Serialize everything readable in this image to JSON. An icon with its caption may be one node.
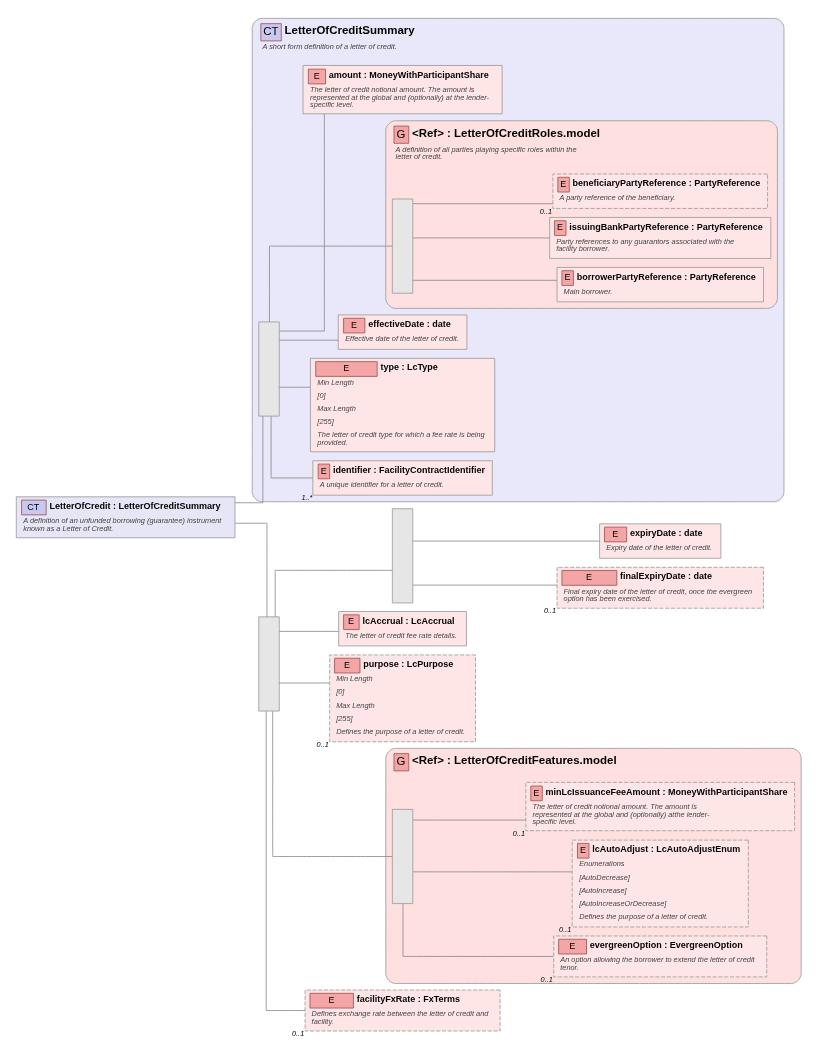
{
  "diagram": {
    "nodes": [
      {
        "text": [
          "CT",
          "LetterOfCredit : LetterOfCreditSummary",
          "A definition of an unfunded borrowing (guarantee) instrument known as a Letter of Credit."
        ]
      },
      {
        "text": [
          "CT",
          "LetterOfCreditSummary",
          "A short form definition of a letter of credit."
        ]
      },
      {
        "text": [],
        "shape": "bar",
        "in": 1
      },
      {
        "text": [
          "E",
          "identifier : FacilityContractIdentifier",
          "A unique identifier for a letter of credit."
        ],
        "in": 1,
        "beside": [
          "1..*"
        ]
      },
      {
        "text": [
          "E",
          "type : LcType",
          "Min Length",
          "[0]",
          "Max Length",
          "[255]",
          "The letter of credit type for which a fee rate is being provided."
        ],
        "in": 1
      },
      {
        "text": [
          "E",
          "effectiveDate : date",
          "Effective date of the letter of credit."
        ],
        "in": 1
      },
      {
        "text": [
          "G",
          "<Ref> : LetterOfCreditRoles.model",
          "A definition of all parties playing specific roles within the letter of credit."
        ],
        "in": 1
      },
      {
        "text": [],
        "shape": "bar",
        "in": 6
      },
      {
        "text": [
          "E",
          "borrowerPartyReference : PartyReference",
          "Main borrower."
        ],
        "in": 6
      },
      {
        "text": [
          "E",
          "issuingBankPartyReference : PartyReference",
          "Party references to any guarantors associated with the facility borrower."
        ],
        "in": 6
      },
      {
        "text": [
          "E",
          "beneficiaryPartyReference : PartyReference",
          "A party reference of the beneficiary."
        ],
        "in": 6,
        "beside": [
          "0..1"
        ]
      },
      {
        "text": [
          "E",
          "amount : MoneyWithParticipantShare",
          "The letter of credit notional amount. The amount is represented at the global and (optionally) at the lender-specific level."
        ],
        "in": 1
      },
      {
        "text": [],
        "shape": "bar"
      },
      {
        "text": [],
        "shape": "bar"
      },
      {
        "text": [
          "E",
          "expiryDate : date",
          "Expiry date of the letter of credit."
        ]
      },
      {
        "text": [
          "E",
          "finalExpiryDate : date",
          "Final expiry date of the letter of credit, once the evergreen option has been exercised."
        ],
        "beside": [
          "0..1"
        ]
      },
      {
        "text": [
          "E",
          "lcAccrual : LcAccrual",
          "The letter of credit fee rate details."
        ]
      },
      {
        "text": [
          "E",
          "purpose : LcPurpose",
          "Min Length",
          "[0]",
          "Max Length",
          "[255]",
          "Defines the purpose of a letter of credit."
        ],
        "beside": [
          "0..1"
        ]
      },
      {
        "text": [
          "G",
          "<Ref> : LetterOfCreditFeatures.model"
        ]
      },
      {
        "text": [],
        "shape": "bar",
        "in": 18
      },
      {
        "text": [
          "E",
          "evergreenOption : EvergreenOption",
          "An option allowing the borrower to extend the letter of credit tenor."
        ],
        "in": 18,
        "beside": [
          "0..1"
        ]
      },
      {
        "text": [
          "E",
          "lcAutoAdjust : LcAutoAdjustEnum",
          "Enumerations",
          "[AutoDecrease]",
          "[AutoIncrease]",
          "[AutoIncreaseOrDecrease]",
          "Defines the purpose of a letter of credit."
        ],
        "in": 18,
        "beside": [
          "0..1"
        ]
      },
      {
        "text": [
          "E",
          "minLcIssuanceFeeAmount : MoneyWithParticipantShare",
          "The letter of credit notional amount. The amount is represented at the global and (optionally) atthe lender-specific level."
        ],
        "in": 18,
        "beside": [
          "0..1"
        ]
      },
      {
        "text": [
          "E",
          "facilityFxRate : FxTerms",
          "Defines exchange rate between the letter of credit and facility."
        ],
        "beside": [
          "0..1"
        ]
      }
    ],
    "edges": [
      {
        "from": 0,
        "to": 2,
        "arrow": "none"
      },
      {
        "from": 0,
        "to": 12,
        "arrow": "none"
      },
      {
        "from": 2,
        "to": 3,
        "arrow": "none"
      },
      {
        "from": 2,
        "to": 4,
        "arrow": "none"
      },
      {
        "from": 2,
        "to": 5,
        "arrow": "none"
      },
      {
        "from": 2,
        "to": 7,
        "arrow": "none"
      },
      {
        "from": 7,
        "to": 8,
        "arrow": "none"
      },
      {
        "from": 7,
        "to": 9,
        "arrow": "none"
      },
      {
        "from": 7,
        "to": 10,
        "arrow": "none"
      },
      {
        "from": 2,
        "to": 11,
        "arrow": "none"
      },
      {
        "from": 12,
        "to": 13,
        "arrow": "none"
      },
      {
        "from": 13,
        "to": 14,
        "arrow": "none"
      },
      {
        "from": 13,
        "to": 15,
        "arrow": "none"
      },
      {
        "from": 12,
        "to": 16,
        "arrow": "none"
      },
      {
        "from": 12,
        "to": 17,
        "arrow": "none"
      },
      {
        "from": 12,
        "to": 19,
        "arrow": "none"
      },
      {
        "from": 19,
        "to": 20,
        "arrow": "none"
      },
      {
        "from": 19,
        "to": 21,
        "arrow": "none"
      },
      {
        "from": 19,
        "to": 22,
        "arrow": "none"
      },
      {
        "from": 12,
        "to": 23,
        "arrow": "none"
      }
    ]
  }
}
